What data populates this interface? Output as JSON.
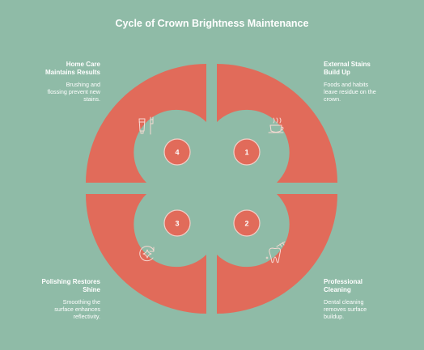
{
  "title": "Cycle of Crown Brightness Maintenance",
  "colors": {
    "background": "#8fbba7",
    "segment": "#e16b5a",
    "text": "#ffffff"
  },
  "steps": [
    {
      "number": "1",
      "heading_lines": [
        "External Stains",
        "Build Up"
      ],
      "description_lines": [
        "Foods and habits",
        "leave residue on the",
        "crown."
      ],
      "icon": "coffee-cup-icon"
    },
    {
      "number": "2",
      "heading_lines": [
        "Professional",
        "Cleaning"
      ],
      "description_lines": [
        "Dental cleaning",
        "removes surface",
        "buildup."
      ],
      "icon": "tooth-brush-icon"
    },
    {
      "number": "3",
      "heading_lines": [
        "Polishing Restores",
        "Shine"
      ],
      "description_lines": [
        "Smoothing the",
        "surface enhances",
        "reflectivity."
      ],
      "icon": "sparkle-refresh-icon"
    },
    {
      "number": "4",
      "heading_lines": [
        "Home Care",
        "Maintains Results"
      ],
      "description_lines": [
        "Brushing and",
        "flossing prevent new",
        "stains."
      ],
      "icon": "toothpaste-toothbrush-icon"
    }
  ]
}
